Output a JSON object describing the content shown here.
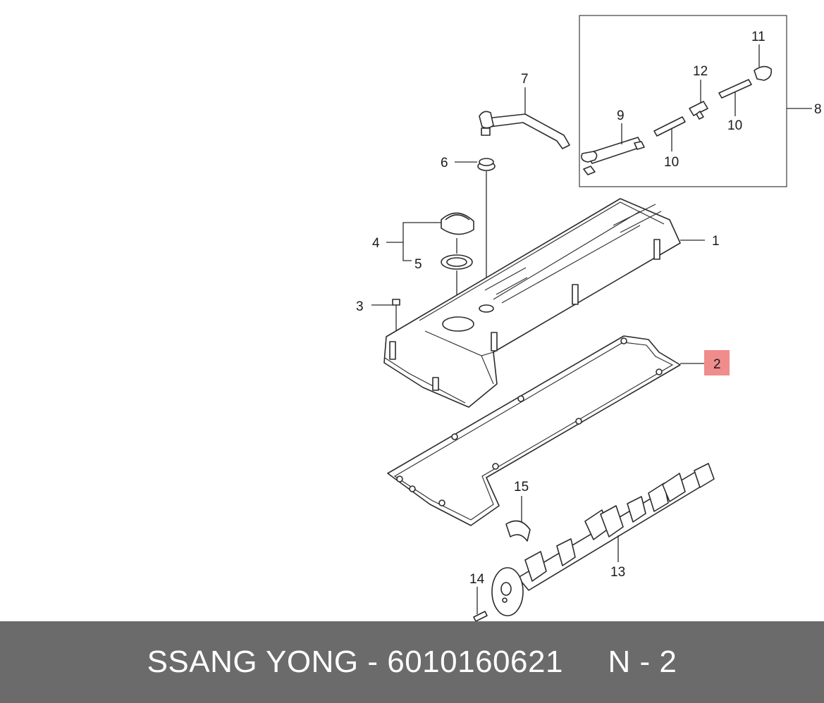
{
  "callouts": [
    {
      "id": "1",
      "text": "1",
      "highlight": false
    },
    {
      "id": "2",
      "text": "2",
      "highlight": true
    },
    {
      "id": "3",
      "text": "3",
      "highlight": false
    },
    {
      "id": "4",
      "text": "4",
      "highlight": false
    },
    {
      "id": "5",
      "text": "5",
      "highlight": false
    },
    {
      "id": "6",
      "text": "6",
      "highlight": false
    },
    {
      "id": "7",
      "text": "7",
      "highlight": false
    },
    {
      "id": "8",
      "text": "8",
      "highlight": false
    },
    {
      "id": "9",
      "text": "9",
      "highlight": false
    },
    {
      "id": "10a",
      "text": "10",
      "highlight": false
    },
    {
      "id": "10b",
      "text": "10",
      "highlight": false
    },
    {
      "id": "11",
      "text": "11",
      "highlight": false
    },
    {
      "id": "12",
      "text": "12",
      "highlight": false
    },
    {
      "id": "13",
      "text": "13",
      "highlight": false
    },
    {
      "id": "14",
      "text": "14",
      "highlight": false
    },
    {
      "id": "15",
      "text": "15",
      "highlight": false
    }
  ],
  "colors": {
    "highlight": "#f08c8c",
    "footer_bg": "#6b6b6b",
    "footer_text": "#ffffff",
    "line": "#2b2b2b"
  },
  "footer": {
    "text": "SSANG YONG - 6010160621     N - 2"
  }
}
